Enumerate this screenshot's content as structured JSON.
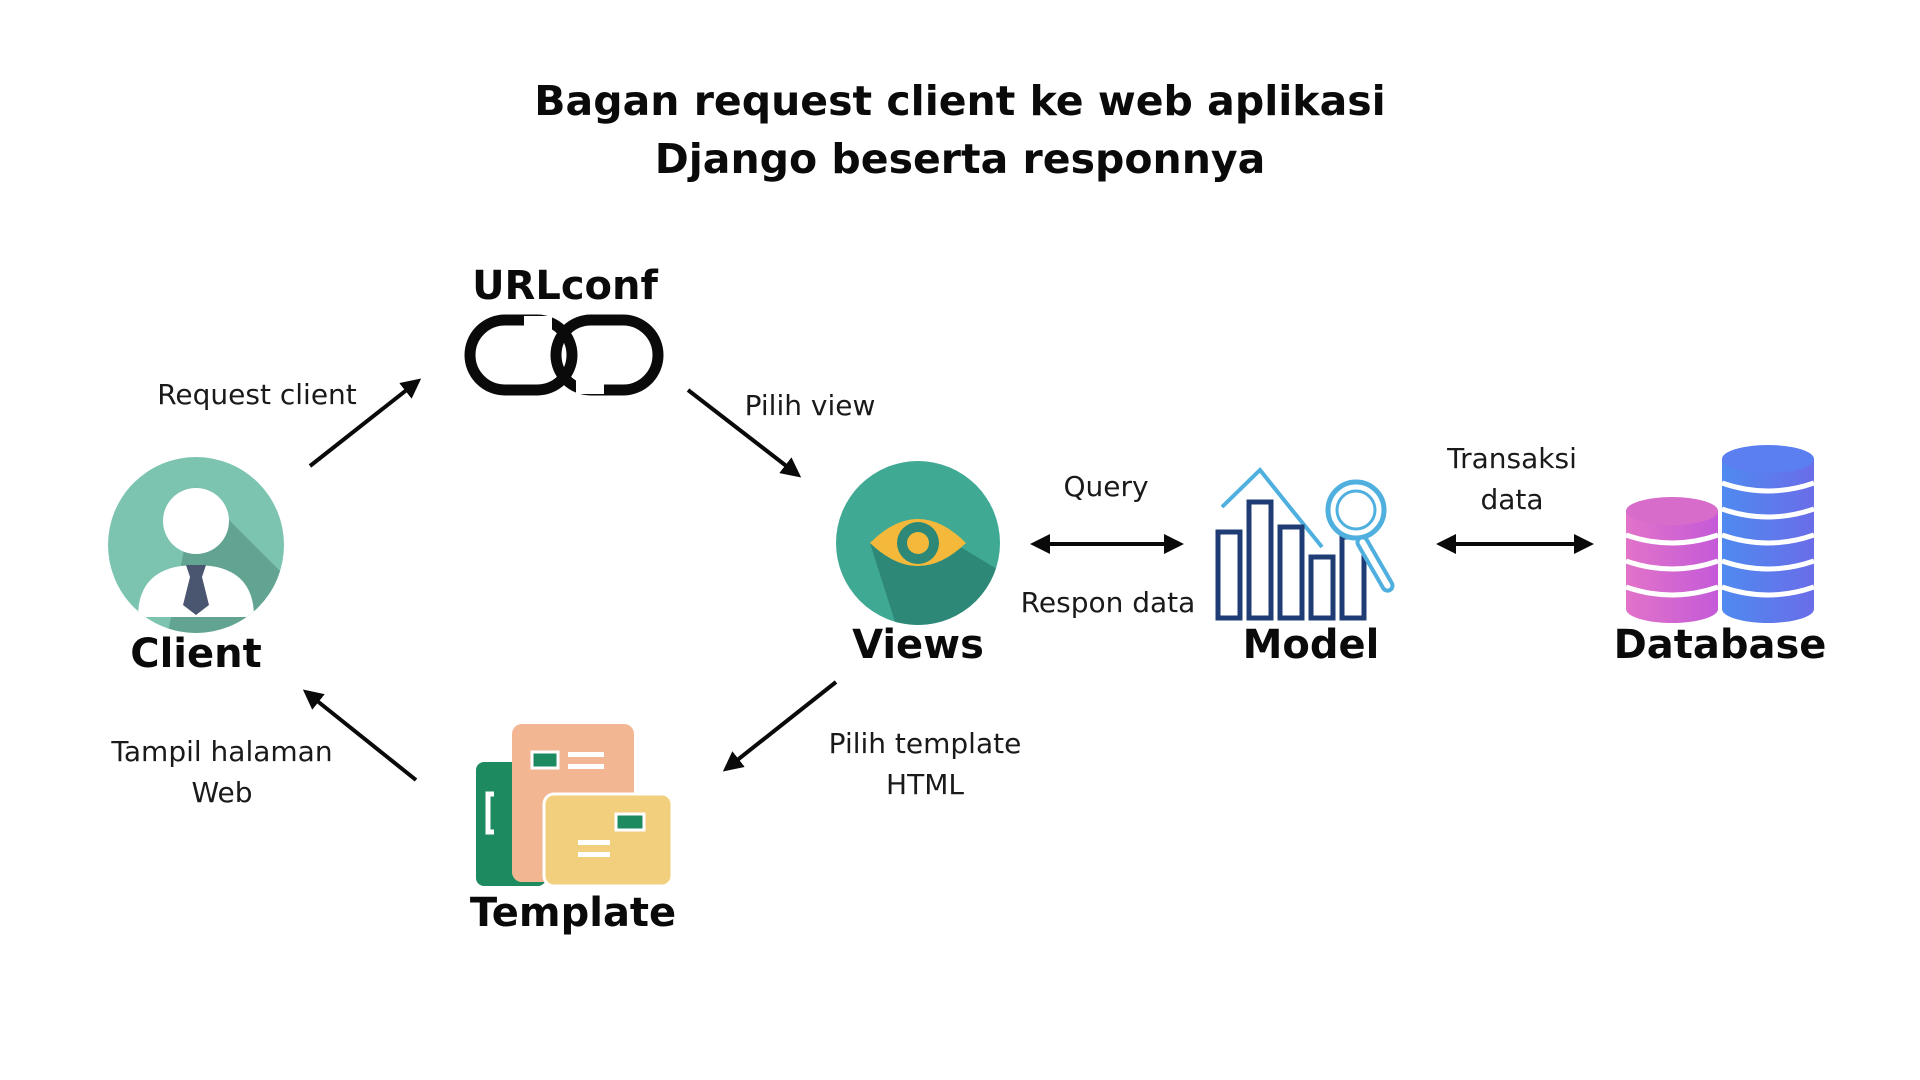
{
  "title": {
    "line1": "Bagan request client ke web aplikasi",
    "line2": "Django beserta responnya"
  },
  "nodes": {
    "client": {
      "label": "Client",
      "icon": "user-avatar-icon"
    },
    "urlconf": {
      "label": "URLconf",
      "icon": "chain-link-icon"
    },
    "views": {
      "label": "Views",
      "icon": "eye-icon"
    },
    "model": {
      "label": "Model",
      "icon": "bar-chart-magnifier-icon"
    },
    "database": {
      "label": "Database",
      "icon": "database-stack-icon"
    },
    "template": {
      "label": "Template",
      "icon": "template-cards-icon"
    }
  },
  "edges": {
    "request_client": "Request client",
    "pilih_view": "Pilih view",
    "query": "Query",
    "respon_data": "Respon data",
    "transaksi_line1": "Transaksi",
    "transaksi_line2": "data",
    "pilih_template_line1": "Pilih template",
    "pilih_template_line2": "HTML",
    "tampil_line1": "Tampil halaman",
    "tampil_line2": "Web"
  },
  "colors": {
    "teal": "#3fa994",
    "teal_dark": "#2e8877",
    "client_light": "#7cc4b0",
    "eye_yellow": "#f4b93a",
    "model_blue": "#1f3c74",
    "model_light_blue": "#4fb0e0",
    "db_pink": "#e273c9",
    "db_blue": "#5a7ff0",
    "tpl_green": "#1e8a60",
    "tpl_salmon": "#f3b692",
    "tpl_yellow": "#f2cf7d"
  }
}
